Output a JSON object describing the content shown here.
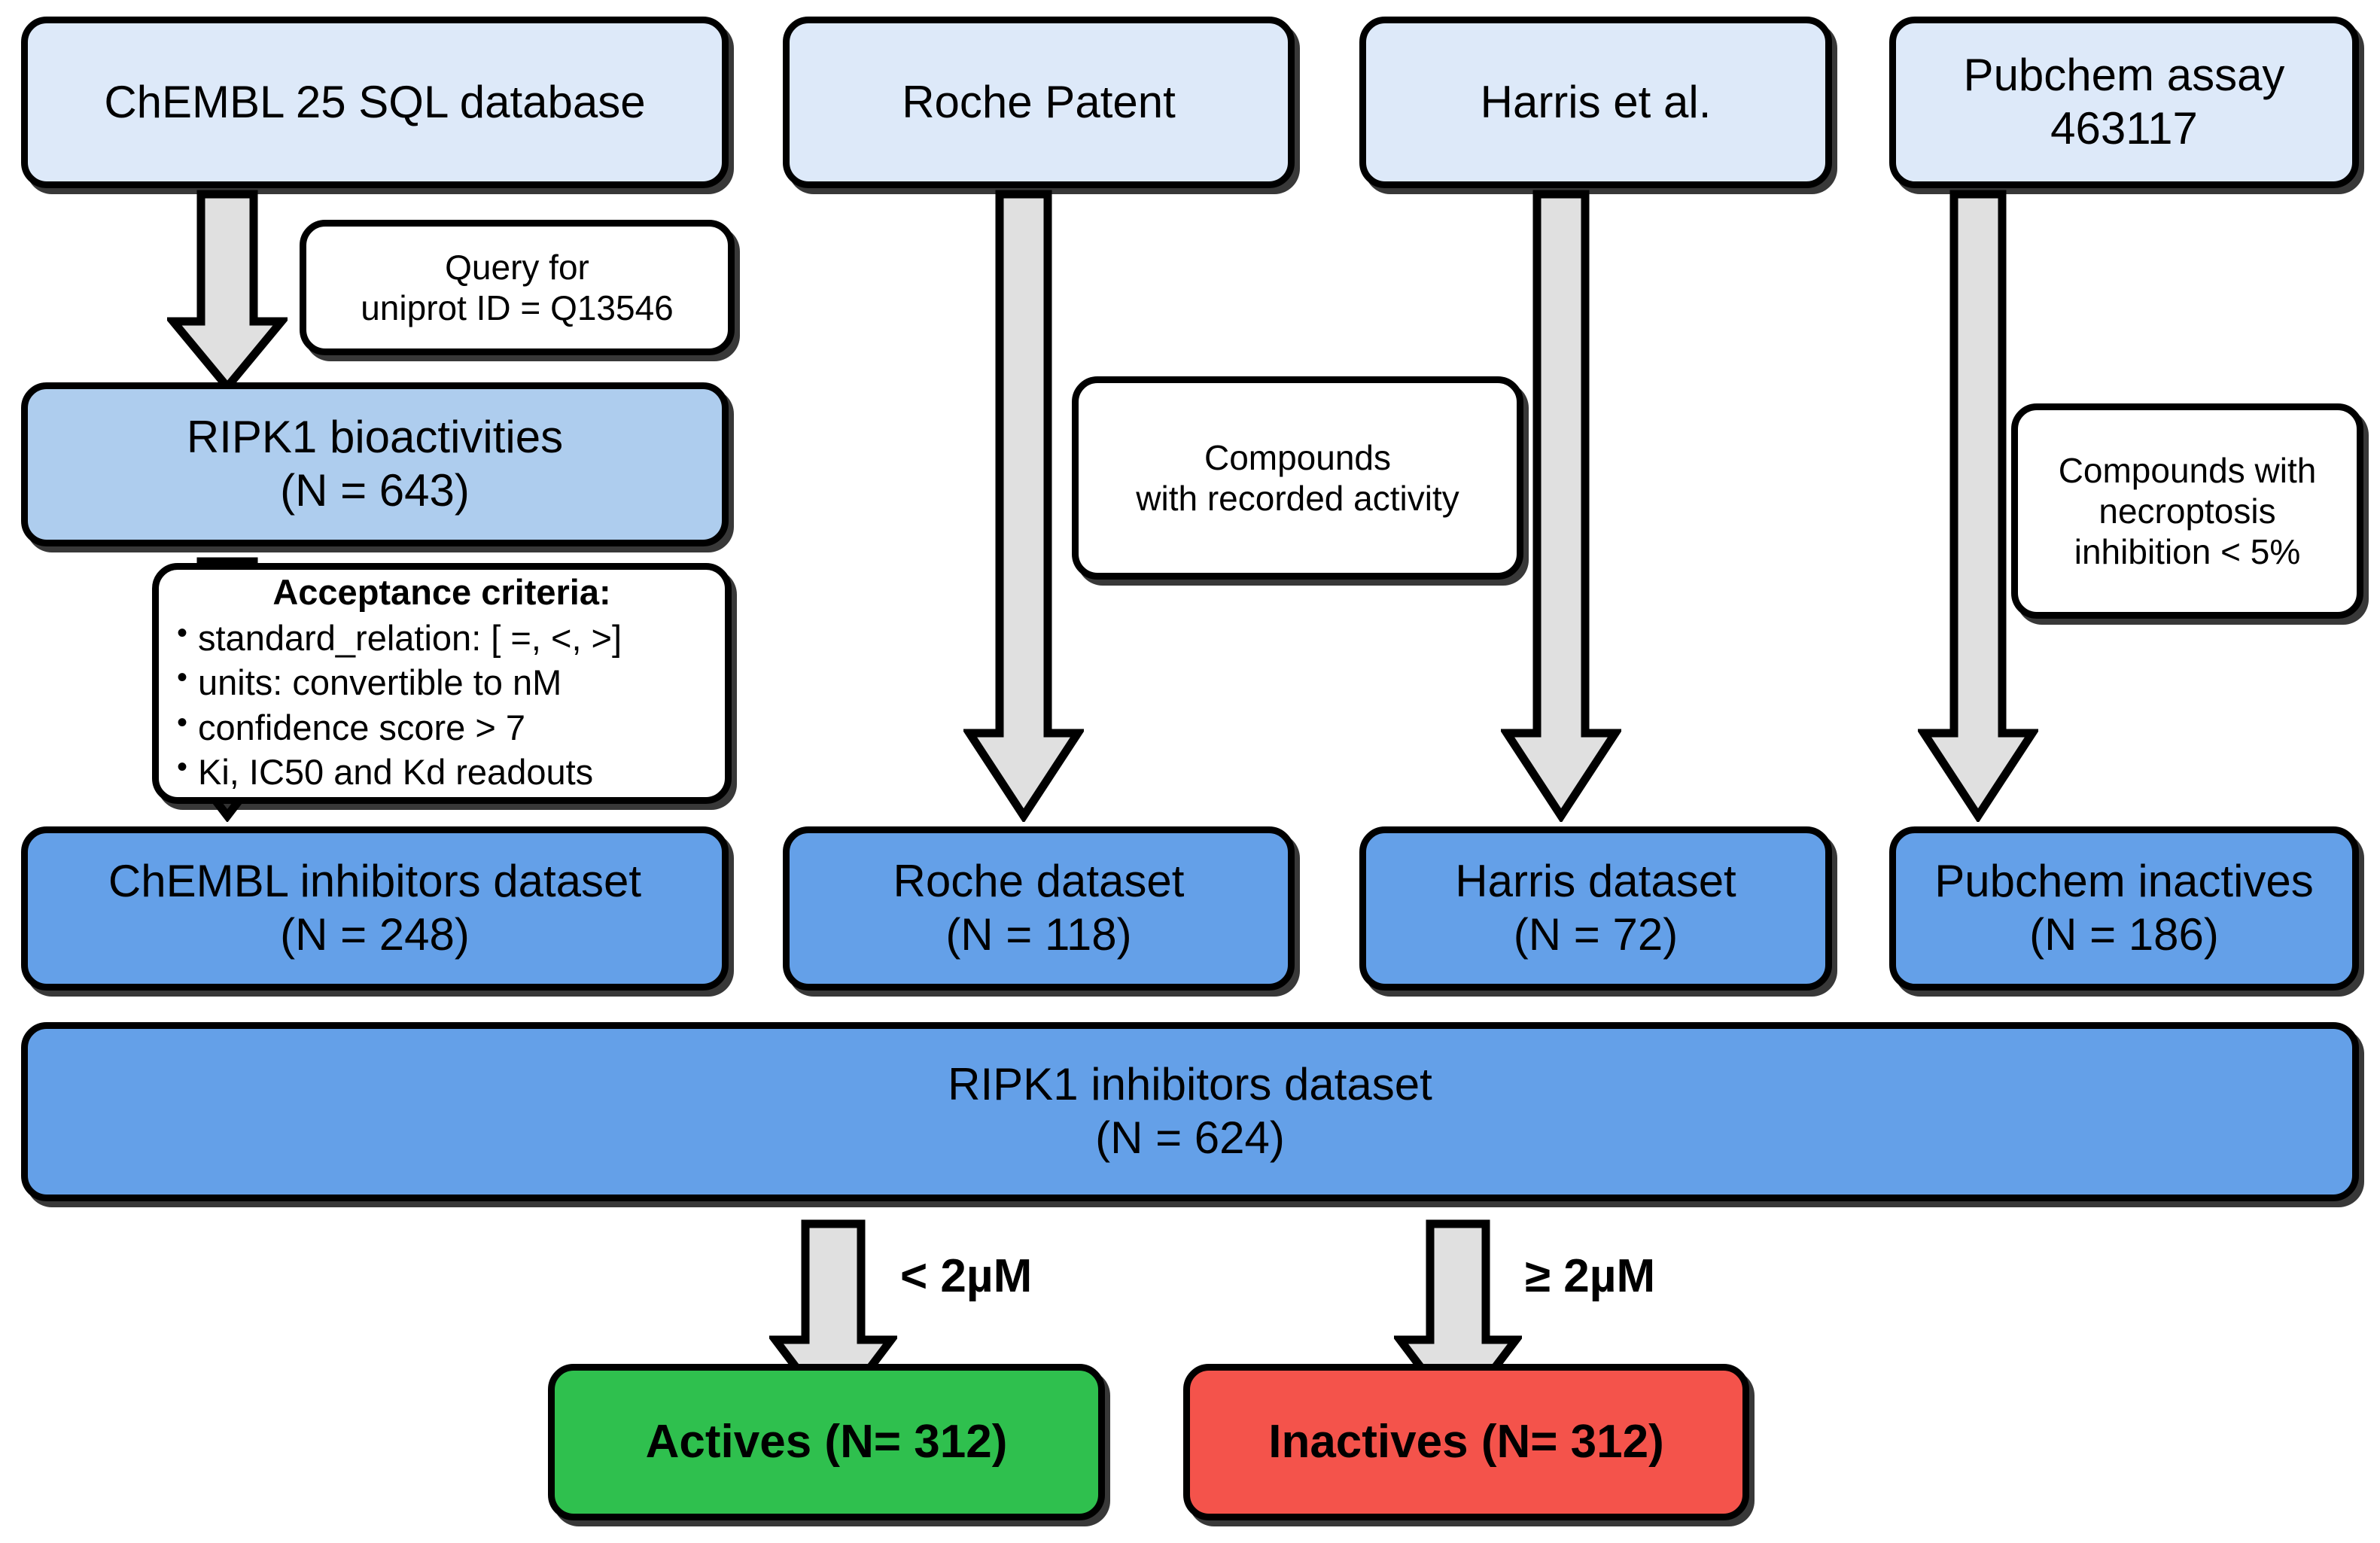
{
  "diagram": {
    "title": "RIPK1 inhibitors dataset assembly flowchart",
    "colors": {
      "source_box": "#dde9f9",
      "intermediate_box": "#aecdee",
      "dataset_box": "#64a0e8",
      "note_box": "#ffffff",
      "active_box": "#2fc04e",
      "inactive_box": "#f4534b",
      "arrow_fill": "#e0e0e0",
      "outline": "#000000"
    }
  },
  "sources": [
    {
      "id": "chembl",
      "line1": "ChEMBL 25 SQL database",
      "line2": ""
    },
    {
      "id": "roche",
      "line1": "Roche Patent",
      "line2": ""
    },
    {
      "id": "harris",
      "line1": "Harris et al.",
      "line2": ""
    },
    {
      "id": "pubchem",
      "line1": "Pubchem assay",
      "line2": "463117"
    }
  ],
  "notes": {
    "query": {
      "line1": "Query for",
      "line2": "uniprot ID = Q13546"
    },
    "roche_filter": {
      "line1": "Compounds",
      "line2": "with recorded activity"
    },
    "pubchem_filter": {
      "line1": "Compounds with",
      "line2": "necroptosis",
      "line3": "inhibition < 5%"
    }
  },
  "criteria": {
    "title": "Acceptance criteria:",
    "items": [
      "standard_relation: [ =, <, >]",
      "units: convertible to nM",
      "confidence score > 7",
      "Ki, IC50 and Kd readouts"
    ]
  },
  "intermediate": {
    "chembl_bioactivities": {
      "line1": "RIPK1 bioactivities",
      "line2": "(N = 643)"
    }
  },
  "datasets": [
    {
      "id": "chembl-inhibitors",
      "line1": "ChEMBL inhibitors dataset",
      "line2": "(N = 248)"
    },
    {
      "id": "roche-dataset",
      "line1": "Roche dataset",
      "line2": "(N = 118)"
    },
    {
      "id": "harris-dataset",
      "line1": "Harris dataset",
      "line2": "(N = 72)"
    },
    {
      "id": "pubchem-inactives",
      "line1": "Pubchem inactives",
      "line2": "(N = 186)"
    }
  ],
  "combined": {
    "line1": "RIPK1 inhibitors dataset",
    "line2": "(N = 624)"
  },
  "split_labels": {
    "actives": "< 2µM",
    "inactives": "≥ 2µM"
  },
  "outcomes": [
    {
      "id": "actives",
      "label": "Actives (N= 312)"
    },
    {
      "id": "inactives",
      "label": "Inactives (N= 312)"
    }
  ]
}
